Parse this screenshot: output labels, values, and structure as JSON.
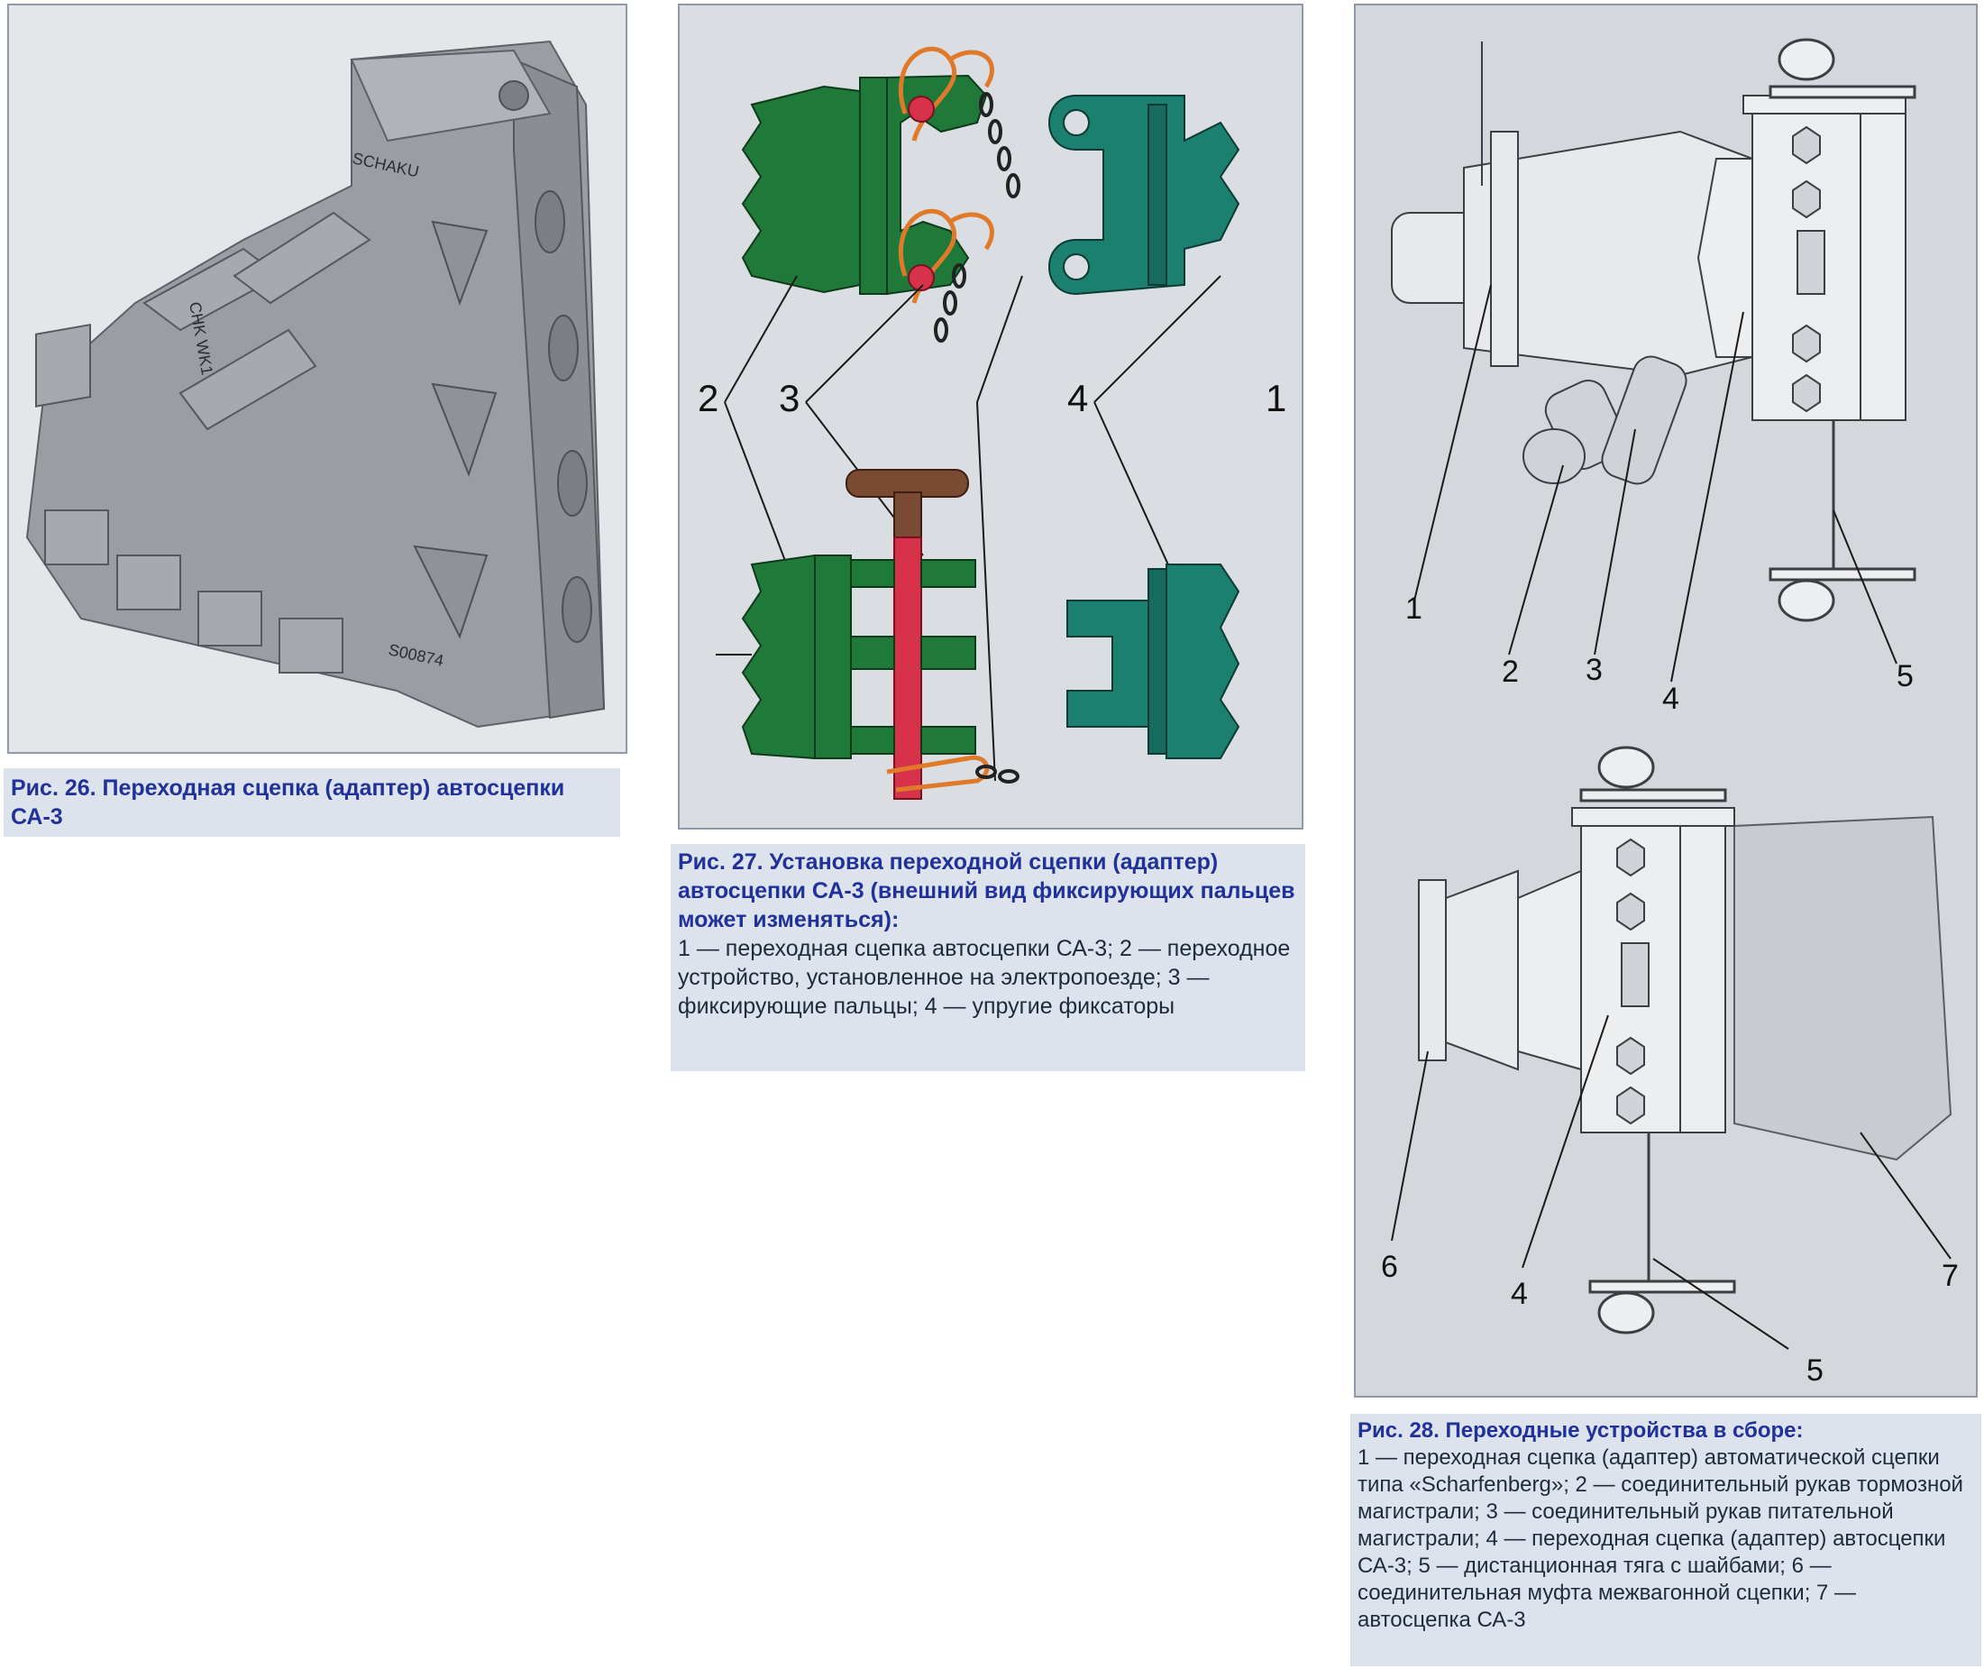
{
  "figures": {
    "fig26": {
      "caption_title": "Рис. 26. Переходная сцепка (адаптер) автосцепки СА-3",
      "engraving_top": "SCHAKU",
      "engraving_mid": "CHK WK1",
      "engraving_bottom": "S00874"
    },
    "fig27": {
      "caption_title": "Рис. 27. Установка переходной сцепки (адаптер) автосцепки СА-3 (внешний вид фиксирующих пальцев может изменяться):",
      "caption_body": "1 — переходная сцепка автосцепки СА-3; 2 — переходное устройство, установленное на электропоезде; 3 — фиксирующие пальцы; 4 — упругие фиксаторы",
      "labels": [
        "2",
        "3",
        "4",
        "1"
      ]
    },
    "fig28": {
      "caption_title": "Рис. 28. Переходные устройства в сборе:",
      "caption_body": "1 — переходная сцепка (адаптер) автоматической сцепки типа «Scharfenberg»; 2 — соединительный рукав тормозной магистрали; 3 — соединительный рукав питательной магистрали; 4 — переходная сцепка (адаптер) автосцепки СА-3; 5 — дистанционная тяга с шайбами; 6 — соединительная муфта межвагонной сцепки; 7 — автосцепка СА-3",
      "top_labels": [
        "1",
        "2",
        "3",
        "4",
        "5"
      ],
      "bottom_labels": [
        "6",
        "4",
        "5",
        "7"
      ]
    }
  },
  "colors": {
    "green": "#1f7a3a",
    "teal": "#1c8070",
    "red": "#d8324a",
    "brown": "#7a4a32",
    "orange": "#e07a2a",
    "caption_title": "#20329a"
  }
}
